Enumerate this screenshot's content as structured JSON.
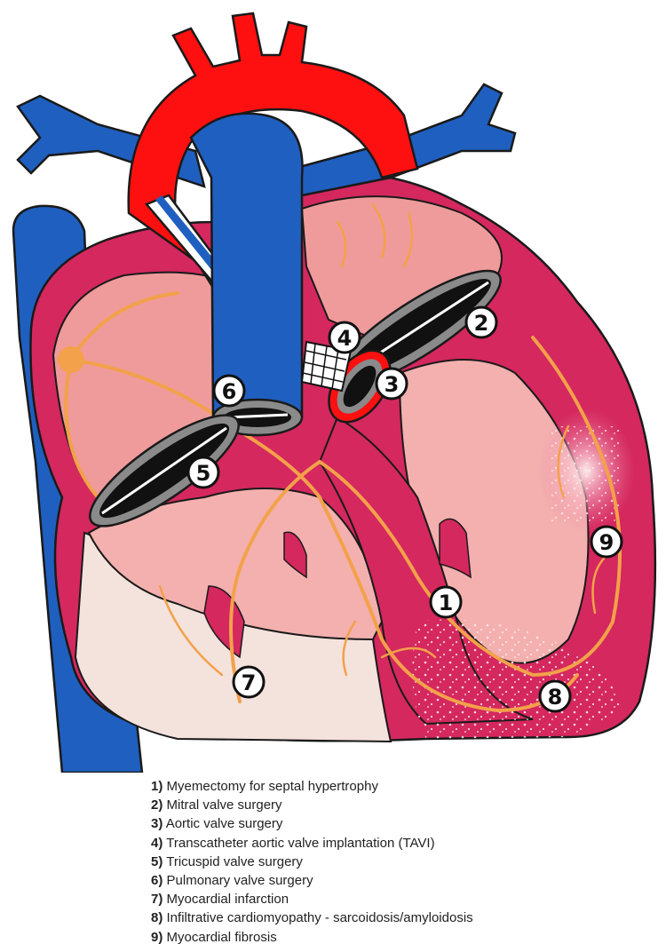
{
  "colors": {
    "aorta": "#ff1010",
    "vein": "#1f5fbf",
    "myocardium": "#d4285e",
    "chamber": "#ef9b9b",
    "chamber_inner": "#f3b0ae",
    "nerve": "#f3a14a",
    "valve_ring": "#8a8a8a",
    "valve_core": "#111111",
    "background_wall": "#f4e2dc"
  },
  "markers": [
    {
      "id": "1",
      "label": "1"
    },
    {
      "id": "2",
      "label": "2"
    },
    {
      "id": "3",
      "label": "3"
    },
    {
      "id": "4",
      "label": "4"
    },
    {
      "id": "5",
      "label": "5"
    },
    {
      "id": "6",
      "label": "6"
    },
    {
      "id": "7",
      "label": "7"
    },
    {
      "id": "8",
      "label": "8"
    },
    {
      "id": "9",
      "label": "9"
    }
  ],
  "legend": [
    {
      "num": "1)",
      "text": "Myemectomy for septal hypertrophy"
    },
    {
      "num": "2)",
      "text": "Mitral valve surgery"
    },
    {
      "num": "3)",
      "text": "Aortic valve surgery"
    },
    {
      "num": "4)",
      "text": "Transcatheter aortic valve implantation (TAVI)"
    },
    {
      "num": "5)",
      "text": "Tricuspid valve surgery"
    },
    {
      "num": "6)",
      "text": "Pulmonary valve surgery"
    },
    {
      "num": "7)",
      "text": "Myocardial infarction"
    },
    {
      "num": "8)",
      "text": "Infiltrative cardiomyopathy - sarcoidosis/amyloidosis"
    },
    {
      "num": "9)",
      "text": "Myocardial fibrosis"
    }
  ]
}
